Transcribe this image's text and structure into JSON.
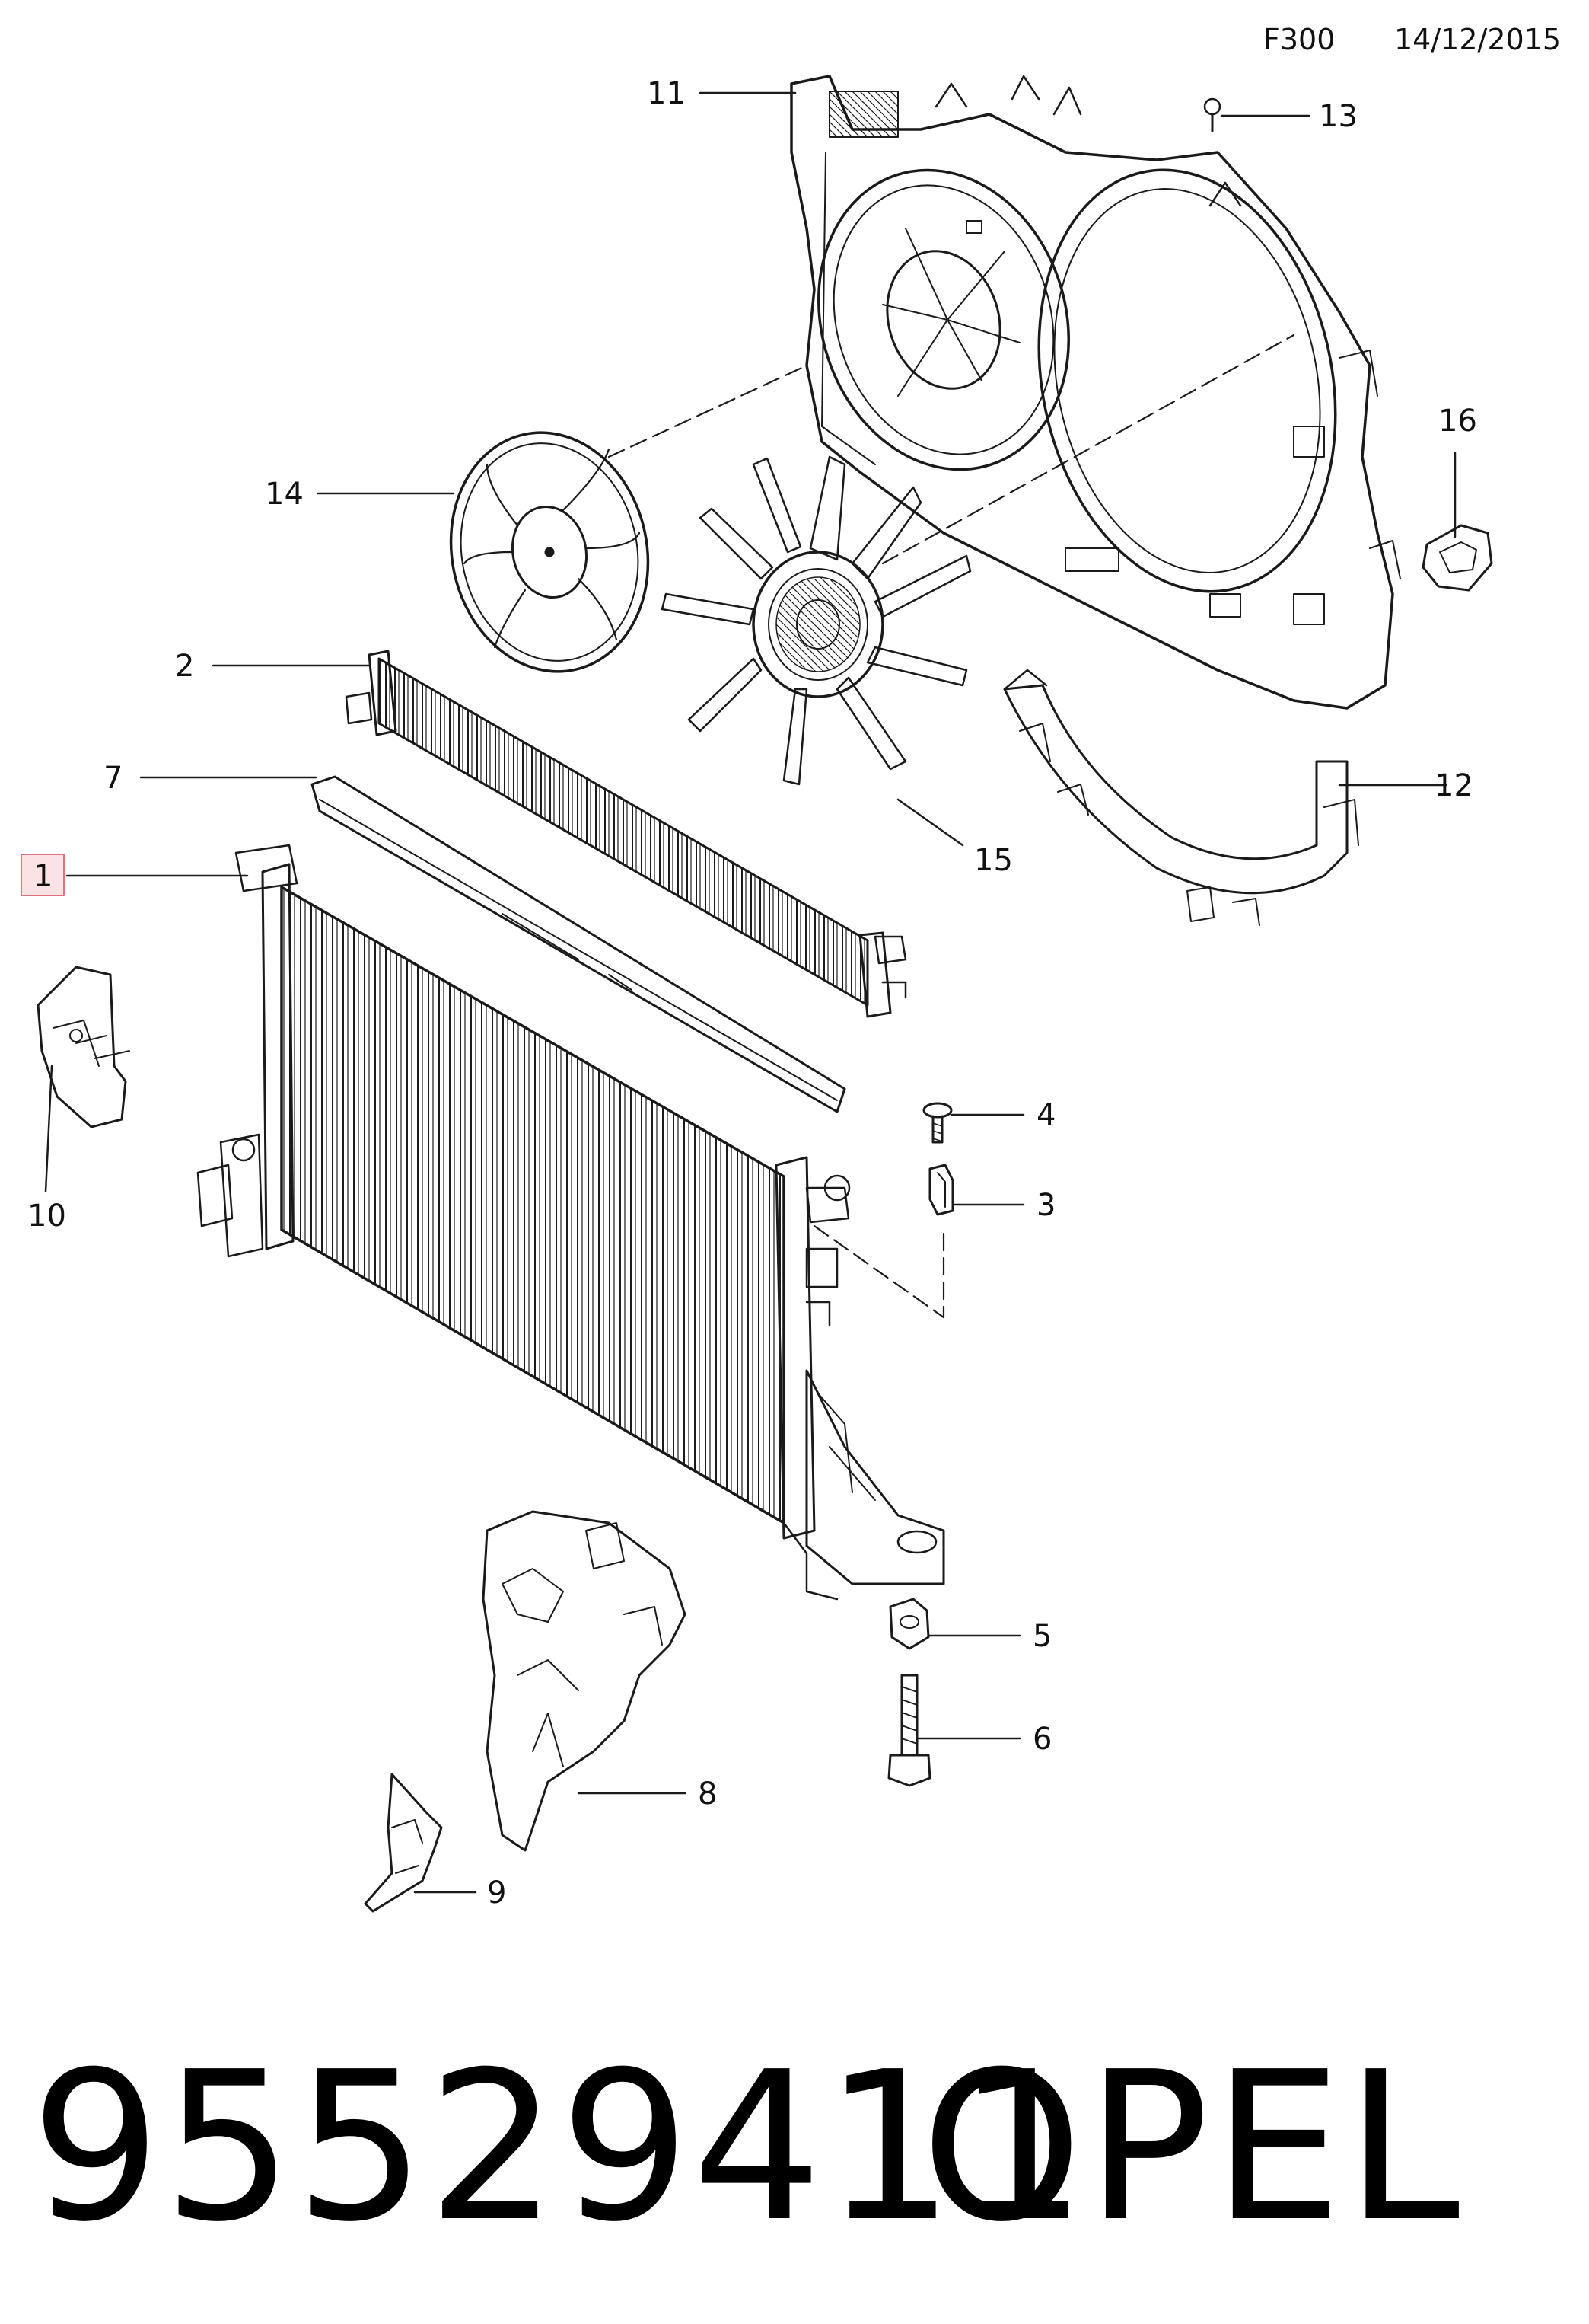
{
  "header": {
    "code": "F300",
    "date": "14/12/2015"
  },
  "callouts": {
    "c1": "1",
    "c2": "2",
    "c3": "3",
    "c4": "4",
    "c5": "5",
    "c6": "6",
    "c7": "7",
    "c8": "8",
    "c9": "9",
    "c10": "10",
    "c11": "11",
    "c12": "12",
    "c13": "13",
    "c14": "14",
    "c15": "15",
    "c16": "16"
  },
  "highlight": {
    "callout": "1",
    "fill": "#fbe3e5",
    "stroke": "#e0707a"
  },
  "caption": {
    "part_number": "95529411",
    "brand": "OPEL"
  },
  "colors": {
    "line": "#1a1a1a",
    "background": "#ffffff"
  }
}
